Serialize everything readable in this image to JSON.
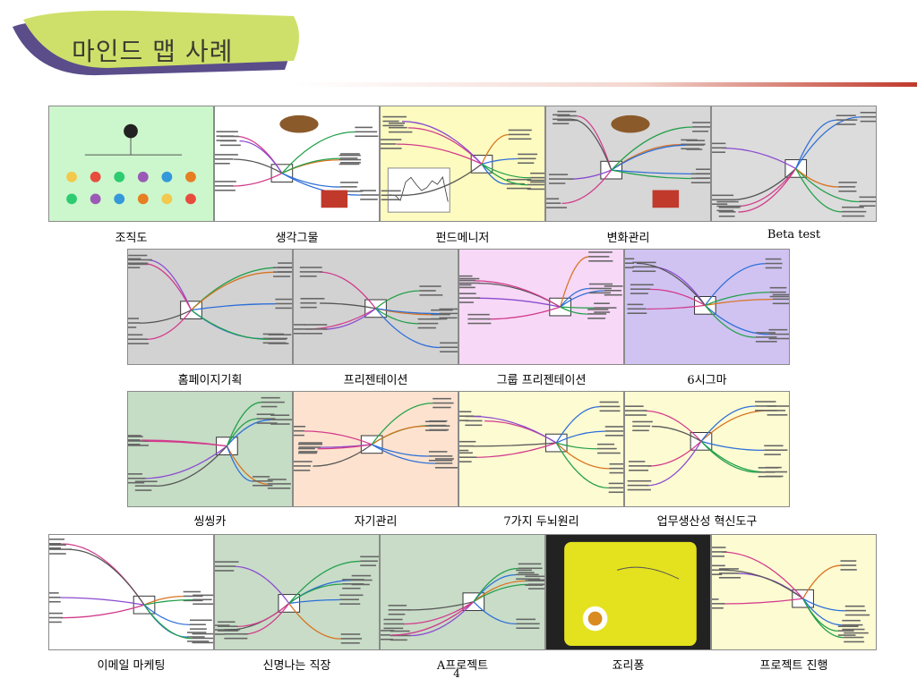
{
  "slide": {
    "title": "마인드 맵 사례",
    "page_number": "4",
    "accent_colors": {
      "band_green": "#cfe06a",
      "band_purple": "#5a4d8a",
      "rule_red": "#c0392b"
    }
  },
  "thumbnails": [
    {
      "caption": "조직도",
      "bg": "#ccf7cc",
      "style": "org"
    },
    {
      "caption": "생각그물",
      "bg": "#ffffff",
      "style": "clip"
    },
    {
      "caption": "펀드메니저",
      "bg": "#fdfbc0",
      "style": "chart"
    },
    {
      "caption": "변화관리",
      "bg": "#d7d7d7",
      "style": "clip"
    },
    {
      "caption": "Beta test",
      "bg": "#dcdcdc",
      "style": "tree"
    },
    {
      "caption": "홈페이지기획",
      "bg": "#d2d2d2",
      "style": "tree"
    },
    {
      "caption": "프리젠테이션",
      "bg": "#d2d2d2",
      "style": "tree"
    },
    {
      "caption": "그룹 프리젠테이션",
      "bg": "#f7d8f7",
      "style": "tree"
    },
    {
      "caption": "6시그마",
      "bg": "#d0c3f2",
      "style": "tree"
    },
    {
      "caption": "씽씽카",
      "bg": "#c5dcc5",
      "style": "tree"
    },
    {
      "caption": "자기관리",
      "bg": "#fde3cf",
      "style": "tree"
    },
    {
      "caption": "7가지 두뇌원리",
      "bg": "#fdfbd2",
      "style": "tree"
    },
    {
      "caption": "업무생산성 혁신도구",
      "bg": "#fdfbd2",
      "style": "tree"
    },
    {
      "caption": "이메일 마케팅",
      "bg": "#ffffff",
      "style": "tree"
    },
    {
      "caption": "신명나는 직장",
      "bg": "#c8dcc8",
      "style": "tree"
    },
    {
      "caption": "A프로젝트",
      "bg": "#c8dcc8",
      "style": "tree"
    },
    {
      "caption": "죠리퐁",
      "bg": "#222222",
      "style": "bag"
    },
    {
      "caption": "프로젝트 진행",
      "bg": "#fdfbd2",
      "style": "tree"
    }
  ]
}
